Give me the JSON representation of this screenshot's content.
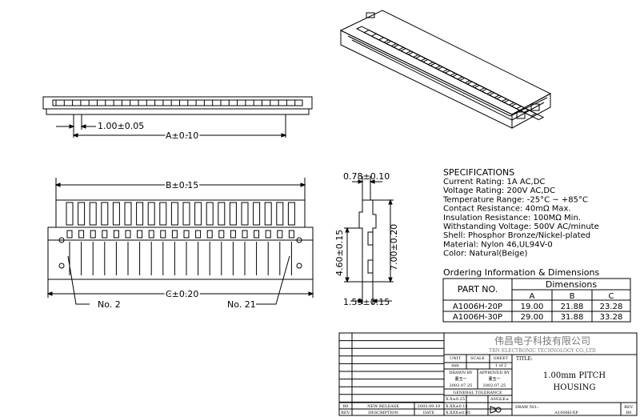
{
  "dimensions": {
    "pitch": "1.00±0.05",
    "a": "A±0.10",
    "b": "B±0.15",
    "c": "C±0.20",
    "thickness": "0.78±0.10",
    "height": "7.00±0.20",
    "height_inner": "4.60±0.15",
    "depth": "1.59±0.15",
    "pin_first": "No. 2",
    "pin_last": "No. 21"
  },
  "specifications": {
    "heading": "SPECIFICATIONS",
    "lines": [
      "Current Rating: 1A AC,DC",
      "Voltage Rating: 200V AC,DC",
      "Temperature Range: -25°C ~ +85°C",
      "Contact Resistance: 40mΩ Max.",
      "Insulation Resistance: 100MΩ Min.",
      "Withstanding Voltage: 500V AC/minute",
      "Shell: Phosphor Bronze/Nickel-plated",
      "Material: Nylon 46,UL94V-0",
      "Color: Natural(Beige)"
    ]
  },
  "ordering": {
    "heading": "Ordering Information & Dimensions",
    "part_header": "PART NO.",
    "dims_header": "Dimensions",
    "cols": [
      "A",
      "B",
      "C"
    ],
    "rows": [
      {
        "part": "A1006H-20P",
        "a": "19.00",
        "b": "21.88",
        "c": "23.28"
      },
      {
        "part": "A1006H-30P",
        "a": "29.00",
        "b": "31.88",
        "c": "33.28"
      }
    ]
  },
  "title_block": {
    "company_cn": "伟昌电子科技有限公司",
    "company_en": "TRN ELECTRONIC TECHNOLOGY CO.,LTD",
    "unit_label": "UNIT",
    "unit_value": "mm",
    "scale_label": "SCALE",
    "sheet_label": "SHEET",
    "sheet_value": "1 of 2",
    "title_label": "TITLE:",
    "title_line1": "1.00mm PITCH",
    "title_line2": "HOUSING",
    "drawn_by_label": "DRAWN BY",
    "drawn_by_name": "董玉一",
    "drawn_date": "2002.07.25",
    "approved_by_label": "APPROVED BY",
    "approved_by_name": "董玉一",
    "approved_date": "2002.07.25",
    "general_tolerance": "GENERAL TOLERANCE",
    "tol1": "X.X±0.25",
    "tol2": "X.XX±0.15",
    "tol3": "X.XXX±0.05",
    "angle": "ANGLE±",
    "rev_code": "B0",
    "rev_desc": "NEW RELEASE",
    "rev_date": "2005.09.10",
    "rev_header": "REV.",
    "desc_header": "DESCRIPTION",
    "date_header": "DATE",
    "draw_no_label": "DRAW NO.:",
    "draw_no_value": "A1006H-XP",
    "rev_label": "REV.",
    "rev_value": "B0"
  }
}
